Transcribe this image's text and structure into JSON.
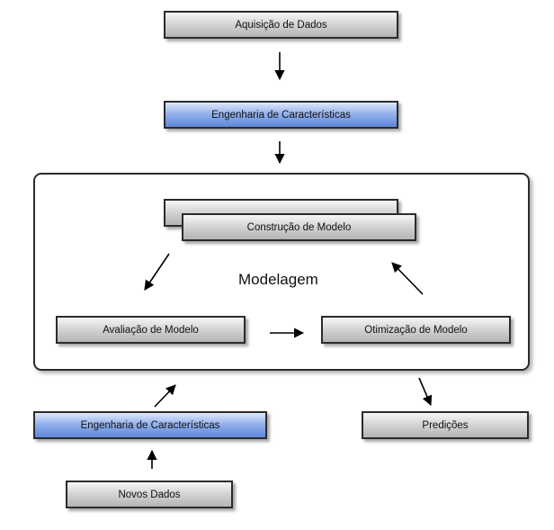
{
  "nodes": {
    "acquisition": "Aquisição de Dados",
    "feature_eng_top": "Engenharia de Características",
    "model_build": "Construção de Modelo",
    "model_eval": "Avaliação de Modelo",
    "model_opt": "Otimização de Modelo",
    "feature_eng_bottom": "Engenharia de Características",
    "new_data": "Novos Dados",
    "predictions": "Predições"
  },
  "group": {
    "title": "Modelagem"
  },
  "colors": {
    "gray_box": "#c8c8c8",
    "blue_box": "#7d9fe6",
    "border": "#2b2b2b"
  }
}
